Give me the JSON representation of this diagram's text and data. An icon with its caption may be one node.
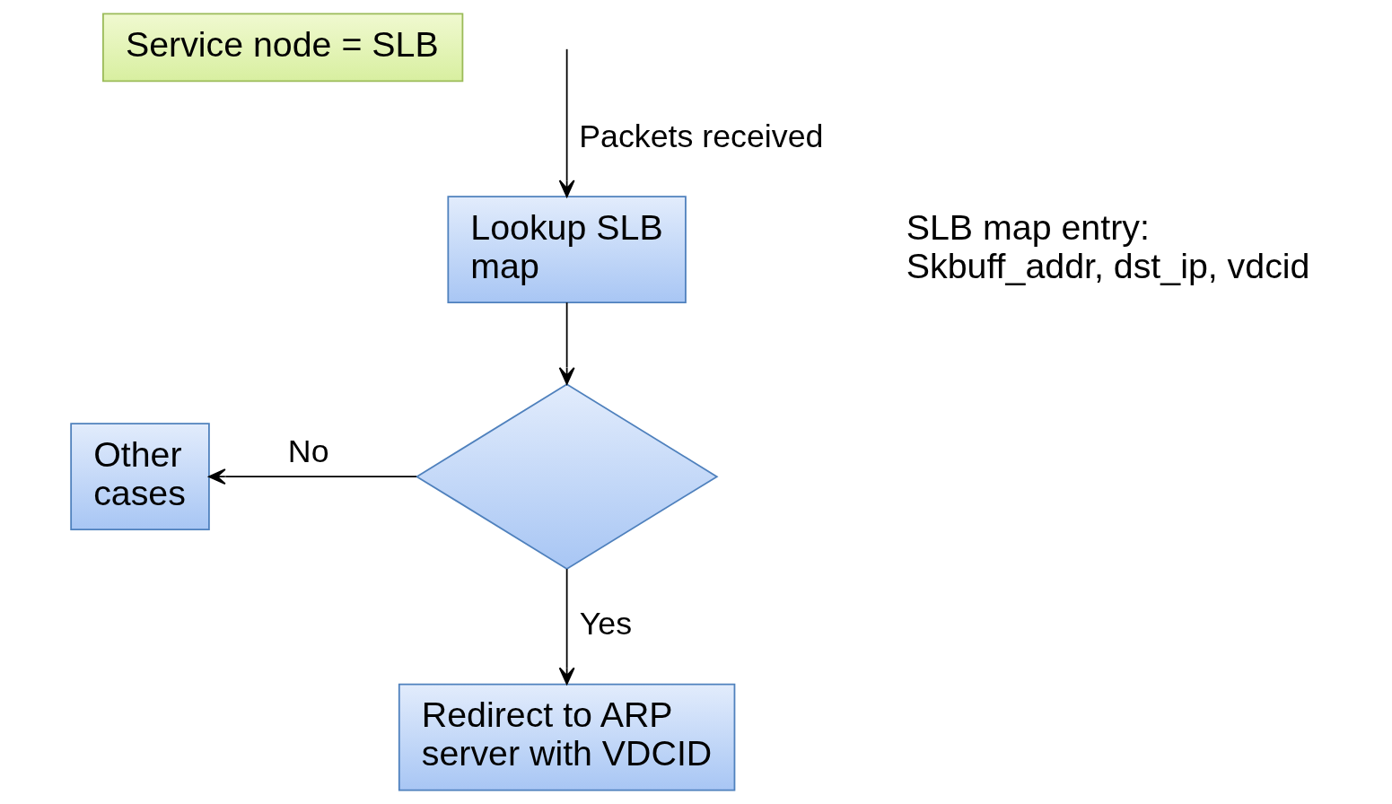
{
  "diagram": {
    "nodes": [
      {
        "text": [
          "Service node = SLB"
        ]
      },
      {
        "text": [
          "Lookup SLB map"
        ]
      },
      {
        "text": [],
        "shape": "diamond"
      },
      {
        "text": [
          "Other cases"
        ]
      },
      {
        "text": [
          "Redirect to ARP server with VDCID"
        ]
      }
    ],
    "edges": [
      {
        "from": null,
        "to": 1,
        "arrow": "to",
        "label": "Packets received"
      },
      {
        "from": 1,
        "to": 2,
        "arrow": "to"
      },
      {
        "from": 2,
        "to": 3,
        "arrow": "to",
        "label": "No"
      },
      {
        "from": 2,
        "to": 4,
        "arrow": "to",
        "label": "Yes"
      }
    ],
    "labels": [
      "SLB map entry: Skbuff_addr, dst_ip, vdcid"
    ]
  }
}
